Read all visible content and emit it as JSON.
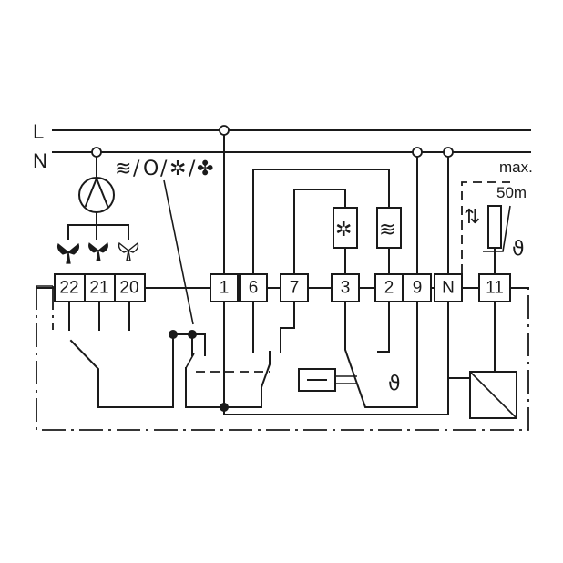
{
  "rails": {
    "live": "L",
    "neutral": "N"
  },
  "terminals": {
    "fan_group": [
      "22",
      "21",
      "20"
    ],
    "main": [
      "1",
      "6",
      "7",
      "3",
      "2",
      "9",
      "N",
      "11"
    ]
  },
  "mode_selector": {
    "heat": "≋",
    "off": "O",
    "cool": "✲",
    "fan": "✤",
    "separator": "/"
  },
  "sensor": {
    "label_max": "max.",
    "label_distance": "50m",
    "theta": "ϑ",
    "arrows": "⇅"
  },
  "relay": {
    "theta": "ϑ"
  },
  "colors": {
    "ink": "#1a1a1a",
    "background": "#ffffff"
  }
}
